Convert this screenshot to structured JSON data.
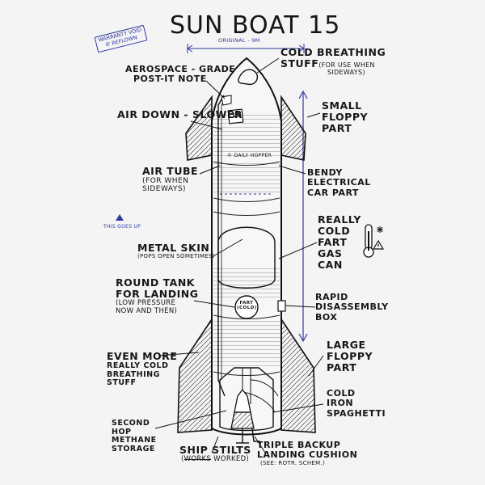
{
  "title": "SUN BOAT 15",
  "stamp": {
    "line1": "WARRANTY VOID",
    "line2": "IF REFLOWN"
  },
  "width_note": "ORIGINAL - 9M",
  "hull_number": "15",
  "signature": "© DAILY HOPPER",
  "tank_marking": {
    "line1": "FART",
    "line2": "(COLD)"
  },
  "side_note": "THIS GOES UP",
  "labels": {
    "cold_breathing": {
      "lines": [
        "COLD BREATHING",
        "STUFF"
      ],
      "small": "(FOR USE WHEN",
      "small2": "SIDEWAYS)"
    },
    "post_it": {
      "lines": [
        "AEROSPACE - GRADE",
        "POST-IT NOTE"
      ]
    },
    "small_floppy": {
      "lines": [
        "SMALL",
        "FLOPPY",
        "PART"
      ]
    },
    "air_down": {
      "lines": [
        "AIR DOWN - SLOWER"
      ]
    },
    "air_tube": {
      "lines": [
        "AIR TUBE"
      ],
      "small_lines": [
        "(FOR WHEN",
        "SIDEWAYS)"
      ]
    },
    "bendy": {
      "lines": [
        "BENDY",
        "ELECTRICAL",
        "CAR PART"
      ]
    },
    "really_cold": {
      "lines": [
        "REALLY",
        "COLD",
        "FART",
        "GAS",
        "CAN"
      ]
    },
    "metal_skin": {
      "lines": [
        "METAL SKIN"
      ],
      "small_lines": [
        "(POPS OPEN SOMETIMES)"
      ]
    },
    "round_tank": {
      "lines": [
        "ROUND TANK",
        "FOR LANDING"
      ],
      "small_lines": [
        "(LOW PRESSURE",
        "NOW AND THEN)"
      ]
    },
    "rapid": {
      "lines": [
        "RAPID",
        "DISASSEMBLY",
        "BOX"
      ]
    },
    "even_more": {
      "lines": [
        "EVEN MORE"
      ],
      "small_lines": [
        "REALLY COLD",
        "BREATHING",
        "STUFF"
      ]
    },
    "large_floppy": {
      "lines": [
        "LARGE",
        "FLOPPY",
        "PART"
      ]
    },
    "cold_iron": {
      "lines": [
        "COLD",
        "IRON",
        "SPAGHETTI"
      ]
    },
    "second_hop": {
      "lines": [
        "SECOND",
        "HOP",
        "METHANE",
        "STORAGE"
      ]
    },
    "ship_stilts": {
      "line": "SHIP STILTS",
      "struck": "WORKS",
      "after": "WORKED"
    },
    "triple_backup": {
      "lines": [
        "TRIPLE BACKUP",
        "LANDING CUSHION"
      ],
      "small": "(SEE: ROTR. SCHEM.)"
    }
  }
}
